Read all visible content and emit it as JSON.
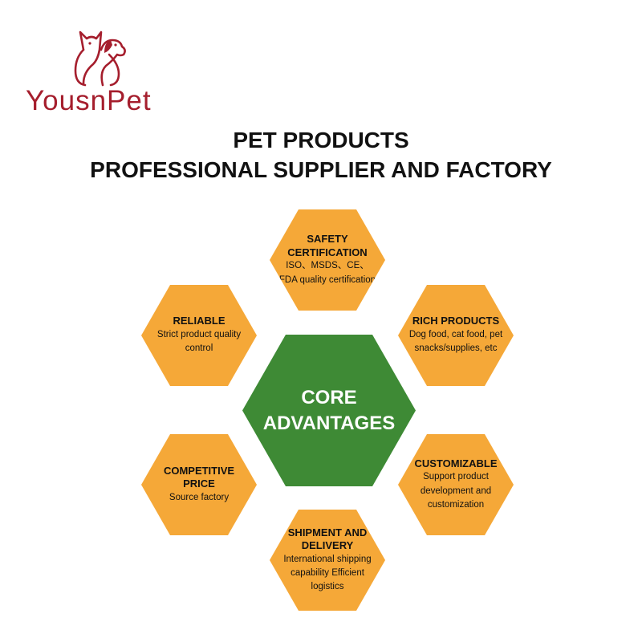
{
  "brand": {
    "logo_text": "YousnPet",
    "color": "#a51e2d"
  },
  "headline": {
    "line1": "PET PRODUCTS",
    "line2": "PROFESSIONAL SUPPLIER AND FACTORY"
  },
  "colors": {
    "hex_orange": "#f5a838",
    "hex_green": "#3e8a35"
  },
  "diagram": {
    "center": {
      "title": "CORE ADVANTAGES"
    },
    "nodes": [
      {
        "title": "SAFETY CERTIFICATION",
        "description": "ISO、MSDS、CE、FDA quality certification"
      },
      {
        "title": "RICH PRODUCTS",
        "description": "Dog food, cat food, pet snacks/supplies, etc"
      },
      {
        "title": "CUSTOMIZABLE",
        "description": "Support product development and customization"
      },
      {
        "title": "SHIPMENT AND DELIVERY",
        "description": "International shipping capability Efficient logistics"
      },
      {
        "title": "COMPETITIVE PRICE",
        "description": "Source factory"
      },
      {
        "title": "RELIABLE",
        "description": "Strict product quality control"
      }
    ]
  }
}
